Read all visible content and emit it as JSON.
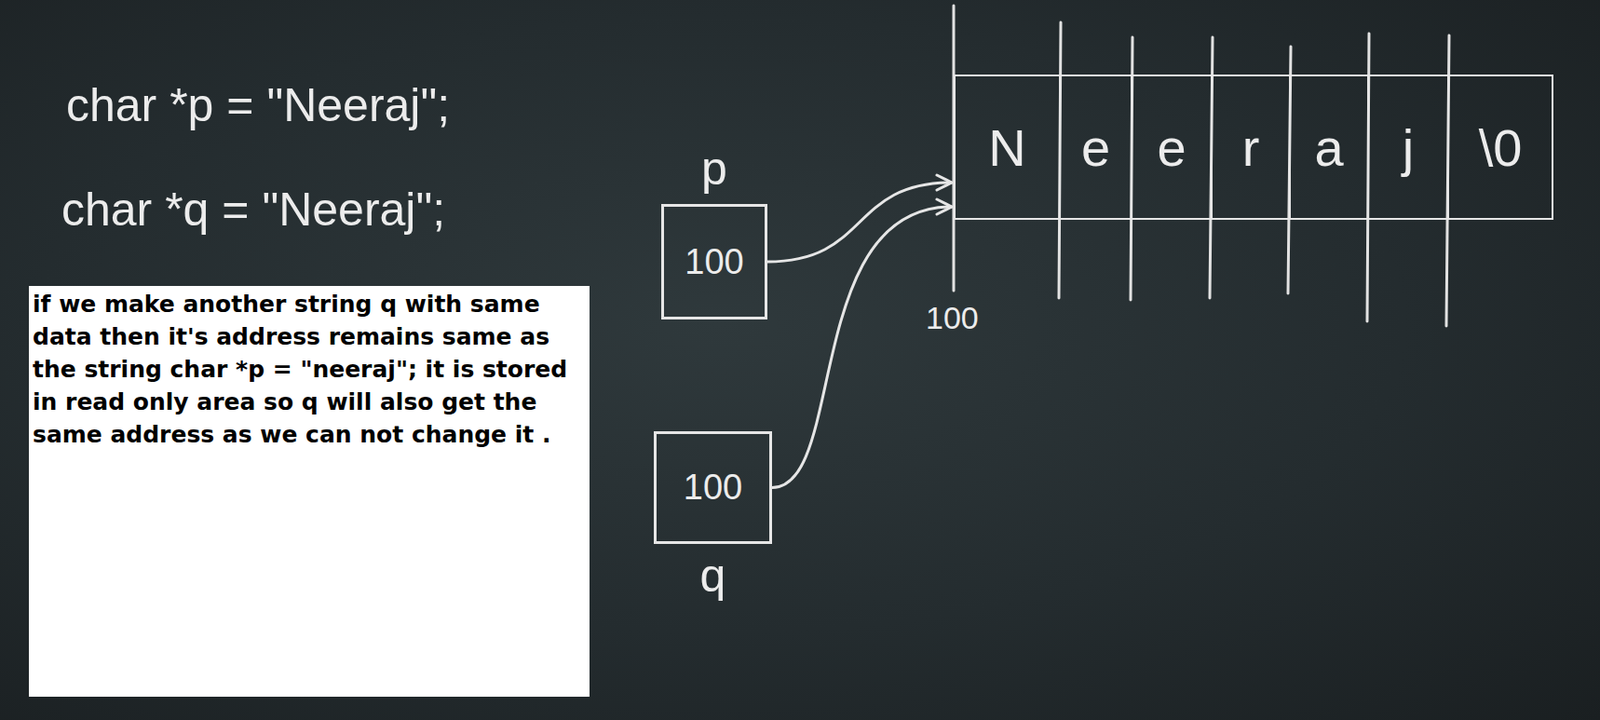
{
  "diagram": {
    "nodes": [
      {
        "text": [
          "if we make another string q with same data then it's address remains same as the string char *p = \"neeraj\"; it is stored in read only area so q will also get the same address as we can not change it ."
        ]
      },
      {
        "text": [
          "p",
          "100"
        ]
      },
      {
        "text": [
          "100",
          "q"
        ]
      },
      {
        "text": [
          "N"
        ]
      },
      {
        "text": [
          "e"
        ]
      },
      {
        "text": [
          "e"
        ]
      },
      {
        "text": [
          "r"
        ]
      },
      {
        "text": [
          "a"
        ]
      },
      {
        "text": [
          "j"
        ]
      },
      {
        "text": [
          "\\0"
        ]
      }
    ],
    "edges": [
      {
        "from": 1,
        "to": 3,
        "arrow": "to"
      },
      {
        "from": 2,
        "to": 3,
        "arrow": "to"
      }
    ],
    "labels": [
      "char *p = \"Neeraj\";",
      "char *q = \"Neeraj\";",
      "100"
    ]
  }
}
